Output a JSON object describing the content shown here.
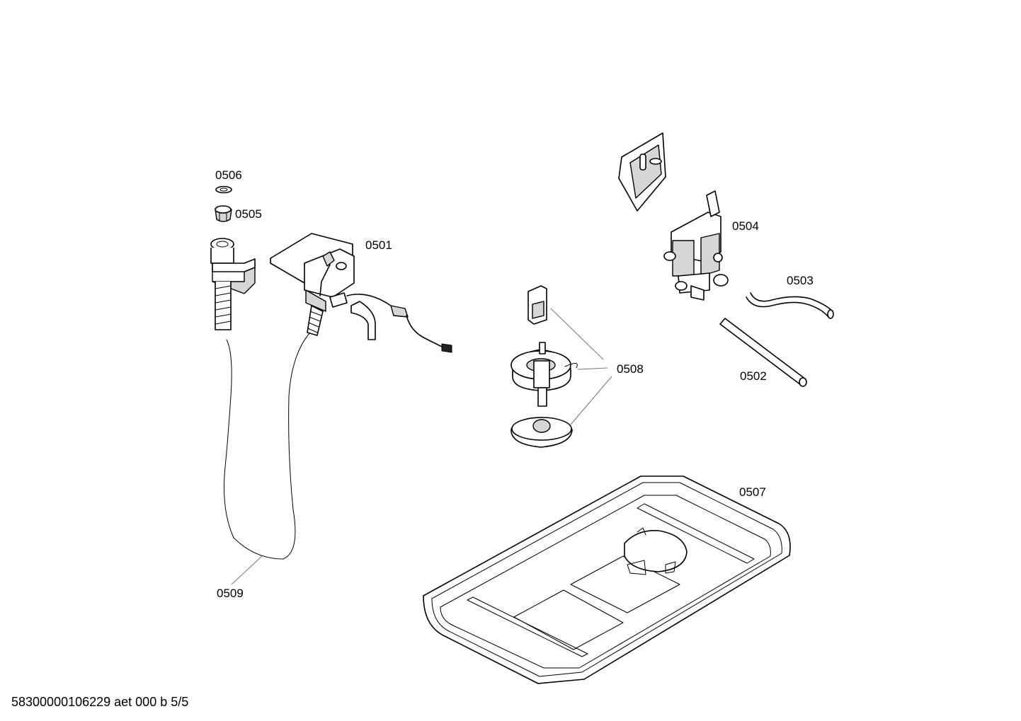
{
  "labels": {
    "p0501": "0501",
    "p0502": "0502",
    "p0503": "0503",
    "p0504": "0504",
    "p0505": "0505",
    "p0506": "0506",
    "p0507": "0507",
    "p0508": "0508",
    "p0509": "0509"
  },
  "footer": "58300000106229 aet 000 b 5/5"
}
